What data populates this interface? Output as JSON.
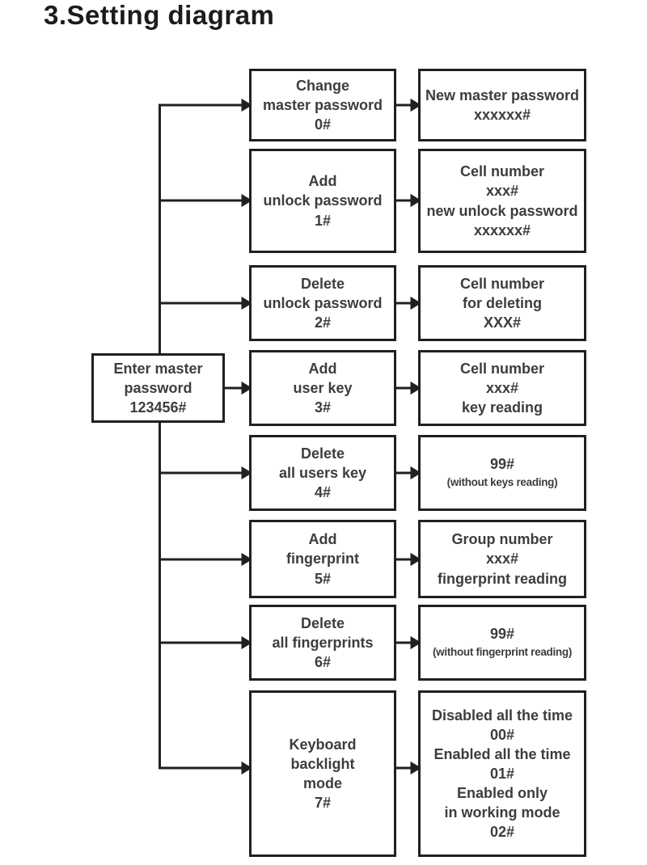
{
  "title": "3.Setting diagram",
  "left_box": {
    "lines": [
      "Enter master",
      "password",
      "123456#"
    ]
  },
  "rows": [
    {
      "middle": [
        "Change",
        "master password",
        "0#"
      ],
      "right": [
        "New master password",
        "xxxxxx#"
      ]
    },
    {
      "middle": [
        "Add",
        "unlock password",
        "1#"
      ],
      "right": [
        "Cell number",
        "xxx#",
        "new unlock password",
        "xxxxxx#"
      ]
    },
    {
      "middle": [
        "Delete",
        "unlock password",
        "2#"
      ],
      "right": [
        "Cell number",
        "for deleting",
        "XXX#"
      ]
    },
    {
      "middle": [
        "Add",
        "user key",
        "3#"
      ],
      "right": [
        "Cell number",
        "xxx#",
        "key reading"
      ]
    },
    {
      "middle": [
        "Delete",
        "all users key",
        "4#"
      ],
      "right": [
        "99#",
        "(without keys reading)"
      ]
    },
    {
      "middle": [
        "Add",
        "fingerprint",
        "5#"
      ],
      "right": [
        "Group number",
        "xxx#",
        "fingerprint reading"
      ]
    },
    {
      "middle": [
        "Delete",
        "all fingerprints",
        "6#"
      ],
      "right": [
        "99#",
        "(without fingerprint reading)"
      ]
    },
    {
      "middle": [
        "Keyboard",
        "backlight",
        "mode",
        "7#"
      ],
      "right": [
        "Disabled all the time",
        "00#",
        "Enabled all the time",
        "01#",
        "Enabled only",
        "in working mode",
        "02#"
      ]
    }
  ],
  "colors": {
    "line": "#231f20",
    "text": "#3d3c40",
    "background": "#ffffff"
  }
}
